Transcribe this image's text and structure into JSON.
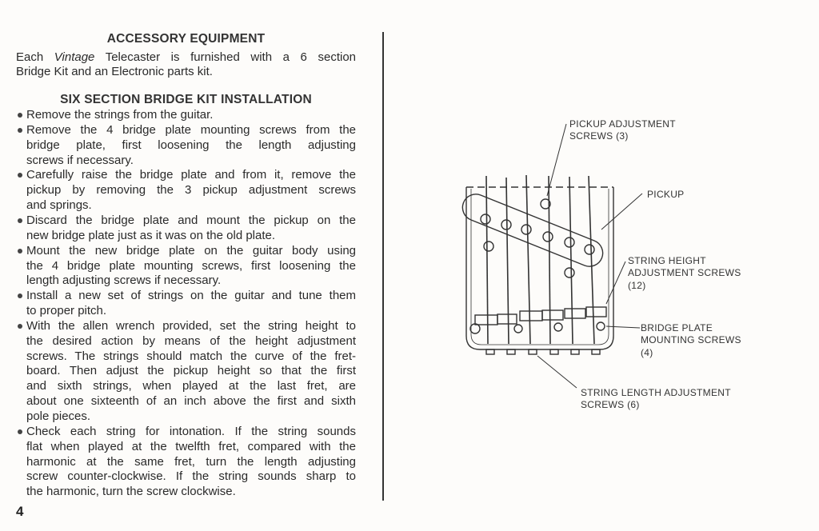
{
  "page_number": "4",
  "section1": {
    "heading": "ACCESSORY EQUIPMENT",
    "intro_line1_a": "Each",
    "intro_line1_italic": "Vintage",
    "intro_line1_b": "Telecaster is furnished with a 6 section",
    "intro_line2": "Bridge Kit and an Electronic parts kit."
  },
  "section2": {
    "heading": "SIX SECTION BRIDGE KIT INSTALLATION",
    "lines": [
      {
        "text": "Remove the strings from the guitar.",
        "bullet": true,
        "justify": false
      },
      {
        "text": "Remove the 4 bridge plate mounting screws from the",
        "bullet": true,
        "justify": true
      },
      {
        "text": "bridge plate, first loosening the length adjusting",
        "bullet": false,
        "justify": true
      },
      {
        "text": "screws if necessary.",
        "bullet": false,
        "justify": false
      },
      {
        "text": "Carefully raise the bridge plate and from it, remove the",
        "bullet": true,
        "justify": true
      },
      {
        "text": "pickup by removing the 3 pickup adjustment screws",
        "bullet": false,
        "justify": true
      },
      {
        "text": "and springs.",
        "bullet": false,
        "justify": false
      },
      {
        "text": "Discard the bridge plate and mount the pickup on the",
        "bullet": true,
        "justify": true
      },
      {
        "text": "new bridge plate just as it was on the old plate.",
        "bullet": false,
        "justify": false
      },
      {
        "text": "Mount the new bridge plate on the guitar body using",
        "bullet": true,
        "justify": true
      },
      {
        "text": "the 4 bridge plate mounting screws, first loosening the",
        "bullet": false,
        "justify": true
      },
      {
        "text": "length adjusting screws if necessary.",
        "bullet": false,
        "justify": false
      },
      {
        "text": "Install a new set of strings on the guitar and tune them",
        "bullet": true,
        "justify": true
      },
      {
        "text": "to proper pitch.",
        "bullet": false,
        "justify": false
      },
      {
        "text": "With the allen wrench provided, set the string height to",
        "bullet": true,
        "justify": true
      },
      {
        "text": "the desired action by means of the height adjustment",
        "bullet": false,
        "justify": true
      },
      {
        "text": "screws. The strings should match the curve of the fret-",
        "bullet": false,
        "justify": true
      },
      {
        "text": "board. Then adjust the pickup height so that the first",
        "bullet": false,
        "justify": true
      },
      {
        "text": "and sixth strings, when played at the last fret, are",
        "bullet": false,
        "justify": true
      },
      {
        "text": "about one sixteenth of an inch above the first and sixth",
        "bullet": false,
        "justify": true
      },
      {
        "text": "pole pieces.",
        "bullet": false,
        "justify": false
      },
      {
        "text": "Check each string for intonation. If the string sounds",
        "bullet": true,
        "justify": true
      },
      {
        "text": "flat when played at the twelfth fret, compared with the",
        "bullet": false,
        "justify": true
      },
      {
        "text": "harmonic at the same fret, turn the length adjusting",
        "bullet": false,
        "justify": true
      },
      {
        "text": "screw counter-clockwise. If the string sounds sharp to",
        "bullet": false,
        "justify": true
      },
      {
        "text": "the harmonic, turn the screw clockwise.",
        "bullet": false,
        "justify": false
      }
    ]
  },
  "diagram": {
    "pickup_screws": [
      "PICKUP ADJUSTMENT",
      "SCREWS (3)"
    ],
    "pickup": "PICKUP",
    "height_screws": [
      "STRING HEIGHT",
      "ADJUSTMENT SCREWS",
      "(12)"
    ],
    "mounting_screws": [
      "BRIDGE PLATE",
      "MOUNTING SCREWS",
      "(4)"
    ],
    "length_screws": [
      "STRING LENGTH ADJUSTMENT",
      "SCREWS (6)"
    ]
  }
}
